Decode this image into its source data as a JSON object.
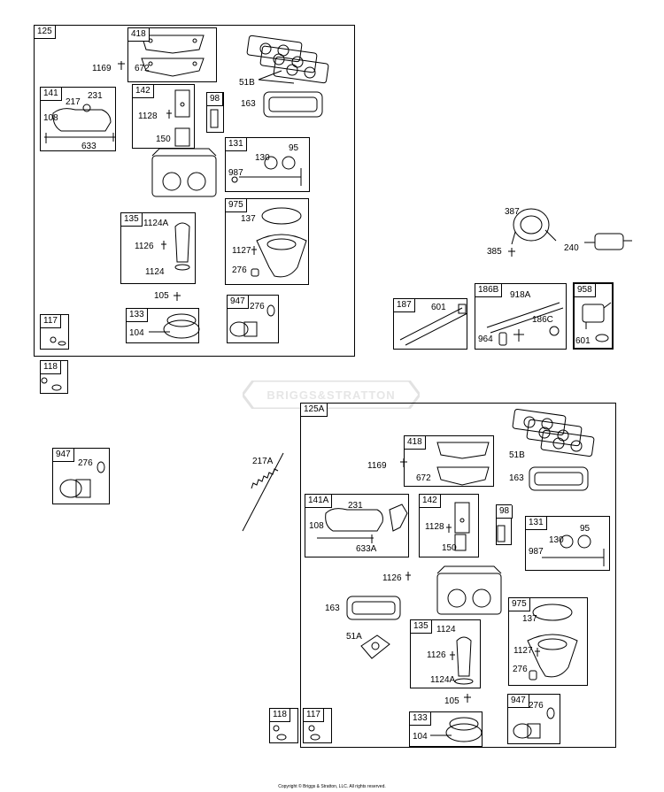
{
  "watermark": "BRIGGS&STRATTON",
  "copyright": "Copyright © Briggs & Stratton, LLC. All rights reserved.",
  "frames": {
    "f125": "125",
    "f418": "418",
    "f141": "141",
    "f142": "142",
    "f98": "98",
    "f131": "131",
    "f135": "135",
    "f975": "975",
    "f117": "117",
    "f133": "133",
    "f947": "947",
    "f118": "118",
    "f187": "187",
    "f186B": "186B",
    "f958": "958",
    "f947b": "947",
    "f125A": "125A",
    "f418b": "418",
    "f141A": "141A",
    "f142b": "142",
    "f98b": "98",
    "f131b": "131",
    "f135b": "135",
    "f975b": "975",
    "f118b": "118",
    "f117b": "117",
    "f133b": "133",
    "f947c": "947"
  },
  "labels": {
    "l1169": "1169",
    "l672": "672",
    "l51B": "51B",
    "l163": "163",
    "l217": "217",
    "l231": "231",
    "l108": "108",
    "l633": "633",
    "l1128": "1128",
    "l150": "150",
    "l95": "95",
    "l130": "130",
    "l987": "987",
    "l1124A": "1124A",
    "l1126": "1126",
    "l1124": "1124",
    "l137": "137",
    "l1127": "1127",
    "l276": "276",
    "l105": "105",
    "l104": "104",
    "l276b": "276",
    "l387": "387",
    "l385": "385",
    "l240": "240",
    "l601": "601",
    "l918A": "918A",
    "l186C": "186C",
    "l964": "964",
    "l601b": "601",
    "l276c": "276",
    "l217A": "217A",
    "m1169": "1169",
    "m672": "672",
    "m51B": "51B",
    "m163": "163",
    "m231": "231",
    "m108": "108",
    "m633A": "633A",
    "m1128": "1128",
    "m150": "150",
    "m95": "95",
    "m130": "130",
    "m987": "987",
    "m1126": "1126",
    "m163b": "163",
    "m51A": "51A",
    "m1124": "1124",
    "m1126b": "1126",
    "m1124A": "1124A",
    "m137": "137",
    "m1127": "1127",
    "m276": "276",
    "m105": "105",
    "m104": "104",
    "m276b": "276"
  }
}
